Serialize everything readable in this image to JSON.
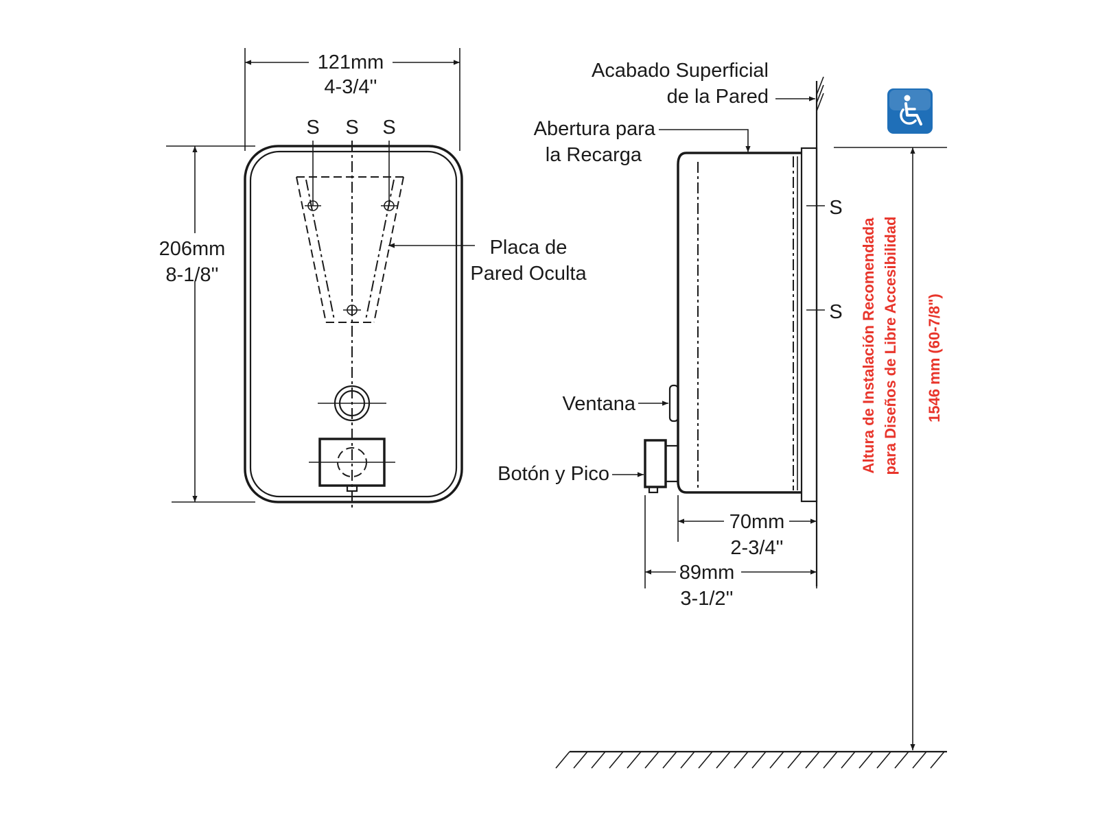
{
  "front_view": {
    "width_mm": "121mm",
    "width_in": "4-3/4''",
    "height_mm": "206mm",
    "height_in": "8-1/8''",
    "screw_labels": [
      "S",
      "S",
      "S"
    ],
    "wall_plate_label_line1": "Placa de",
    "wall_plate_label_line2": "Pared Oculta"
  },
  "side_view": {
    "wall_finish_line1": "Acabado Superficial",
    "wall_finish_line2": "de la Pared",
    "refill_line1": "Abertura para",
    "refill_line2": "la Recarga",
    "screw_labels": [
      "S",
      "S"
    ],
    "window_label": "Ventana",
    "button_label": "Botón y Pico",
    "depth_mm": "70mm",
    "depth_in": "2-3/4''",
    "total_depth_mm": "89mm",
    "total_depth_in": "3-1/2''"
  },
  "accessibility": {
    "icon": "wheelchair-icon",
    "line1": "Altura de Instalación Recomendada",
    "line2": "para Diseños de Libre Accesibilidad",
    "height": "1546 mm (60-7/8\")",
    "accent_color": "#e8352b",
    "icon_color": "#1f6fb8"
  }
}
